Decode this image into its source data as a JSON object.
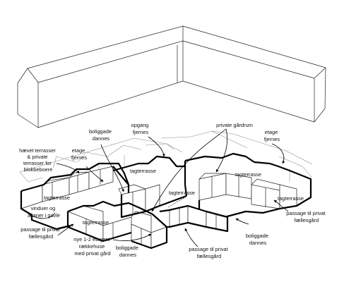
{
  "labels": {
    "boliggade_dannes_top": [
      "boliggade",
      "dannes"
    ],
    "opgang_fjernes": [
      "opgang",
      "fjernes"
    ],
    "private_gaardrum": [
      "private gårdrum"
    ],
    "etage_fjernes_right": [
      "etage",
      "fjernes"
    ],
    "haevet_terrasser": [
      "hævet terrasser",
      "& private",
      "terrasser for",
      "blokbeboere"
    ],
    "etage_fjernes_left": [
      "etage",
      "fjernes"
    ],
    "tagterrasse_1": "tagterrasse",
    "tagterrasse_2": "tagterrasse",
    "tagterrasse_3": "tagterrasse",
    "tagterrasse_4": "tagterrasse",
    "tagterrasse_5": "tagterrasse",
    "tagterrasse_6": "tagterrasse",
    "vinduer_og_altaner": [
      "vinduer og",
      "altaner i gavle"
    ],
    "passage_left": [
      "passage til privat",
      "fællesgård"
    ],
    "passage_right": [
      "passage til privat",
      "fællesgård"
    ],
    "passage_bottom": [
      "passage til privat",
      "fællesgård"
    ],
    "nye_raekkehuse": [
      "nye 1-2 etagers",
      "rækkehuse",
      "med privat gård"
    ],
    "boliggade_dannes_bottom": [
      "boliggade",
      "dannes"
    ],
    "boliggade_dannes_right": [
      "boliggade",
      "dannes"
    ]
  }
}
